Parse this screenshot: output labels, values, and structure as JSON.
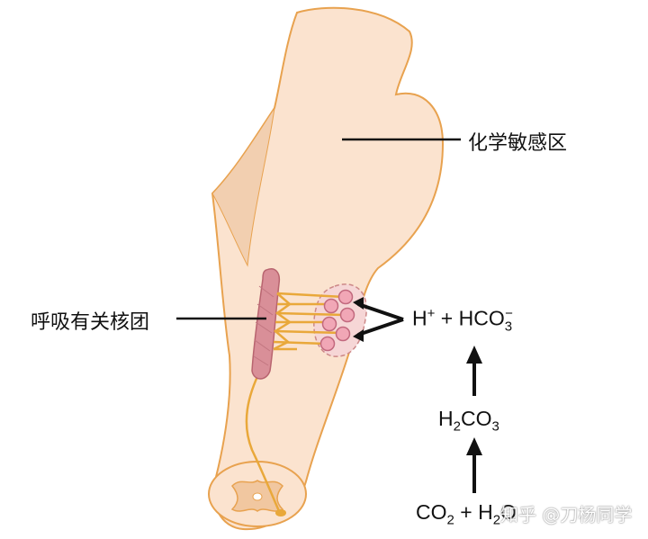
{
  "labels": {
    "chemosensitive_area": "化学敏感区",
    "respiratory_group": "呼吸有关核团",
    "h_ion": "H",
    "h_charge": "+",
    "plus_1": "+",
    "hco3_base": "HCO",
    "hco3_sub": "3",
    "hco3_charge": "−",
    "h2co3_h": "H",
    "h2co3_h_sub": "2",
    "h2co3_co": "CO",
    "h2co3_o_sub": "3",
    "co2_co": "CO",
    "co2_sub": "2",
    "plus_2": "+",
    "h2o_h": "H",
    "h2o_sub": "2",
    "h2o_o": "O"
  },
  "watermark": {
    "text": "知乎 @刀杨同学"
  },
  "colors": {
    "brainstem_fill": "#fbe3cf",
    "brainstem_stroke": "#e8a24f",
    "nucleus_fill": "#d98f98",
    "neuron_fill": "#f1a7b6",
    "fiber": "#e9a83a",
    "chemo_zone_fill": "#f6d6d6",
    "arrow": "#111111"
  }
}
